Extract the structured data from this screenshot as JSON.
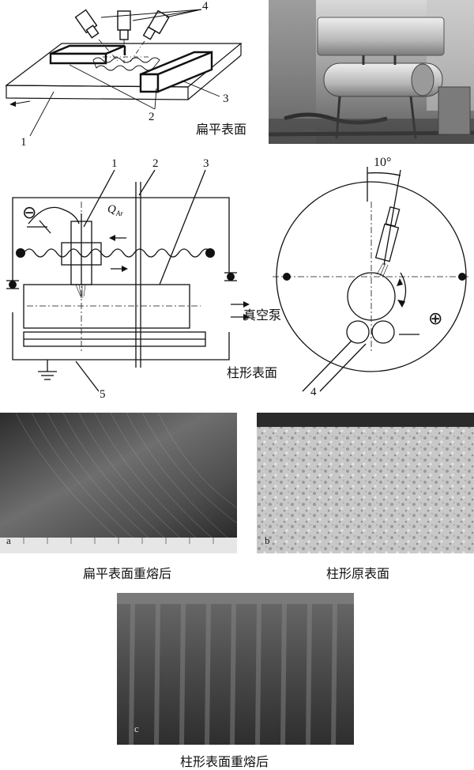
{
  "flat_diagram": {
    "labels": [
      "1",
      "2",
      "3",
      "4"
    ],
    "caption": "扁平表面"
  },
  "cyl_diagram": {
    "labels": [
      "1",
      "2",
      "3",
      "5"
    ],
    "flow_label": "Q",
    "flow_sub": "Ar",
    "vacuum_label": "真空泵",
    "caption": "柱形表面",
    "minus_sign": "⊖"
  },
  "circle_diagram": {
    "angle_label": "10°",
    "label_4": "4",
    "plus_sign": "⊕"
  },
  "photos": {
    "a_letter": "a",
    "a_caption": "扁平表面重熔后",
    "b_letter": "b",
    "b_caption": "柱形原表面",
    "c_letter": "c",
    "c_caption": "柱形表面重熔后"
  },
  "colors": {
    "ink": "#111111",
    "photo_dark": "#3a3a3a",
    "photo_light": "#cfcfcf"
  }
}
